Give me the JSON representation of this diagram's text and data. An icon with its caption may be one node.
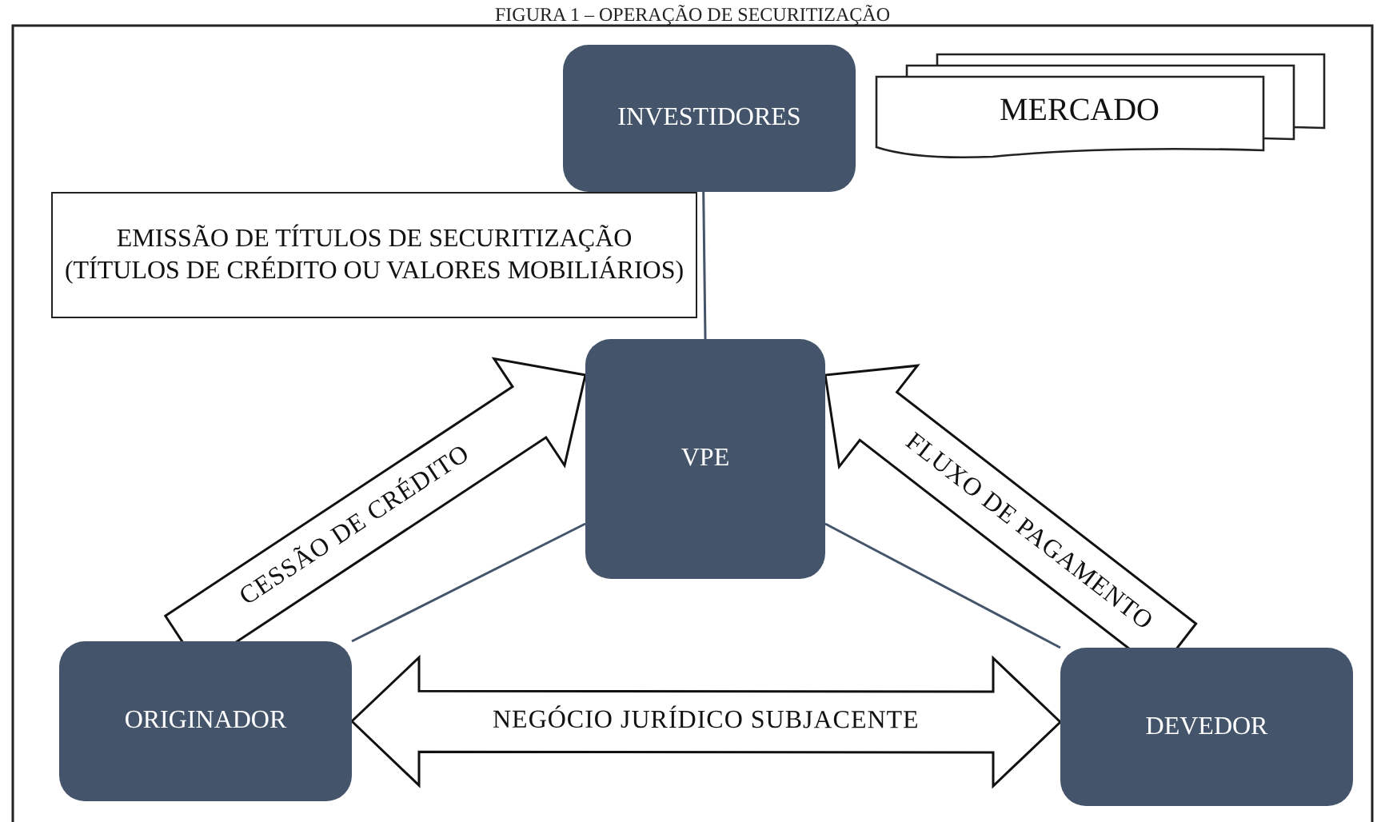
{
  "diagram": {
    "title": "FIGURA 1 – OPERAÇÃO DE SECURITIZAÇÃO",
    "nodes": [
      {
        "text": [
          "INVESTIDORES"
        ]
      },
      {
        "text": [
          "MERCADO"
        ]
      },
      {
        "text": [
          "EMISSÃO DE TÍTULOS DE SECURITIZAÇÃO (TÍTULOS DE CRÉDITO OU VALORES MOBILIÁRIOS)"
        ]
      },
      {
        "text": [
          "VPE"
        ]
      },
      {
        "text": [
          "ORIGINADOR"
        ]
      },
      {
        "text": [
          "DEVEDOR"
        ]
      }
    ],
    "edges": [
      {
        "from": 0,
        "to": 3,
        "arrow": "none"
      },
      {
        "from": 3,
        "to": 4,
        "arrow": "none"
      },
      {
        "from": 3,
        "to": 5,
        "arrow": "none"
      },
      {
        "from": 4,
        "to": 3,
        "arrow": "to",
        "label": "CESSÃO DE CRÉDITO",
        "style": "thick"
      },
      {
        "from": 5,
        "to": 3,
        "arrow": "to",
        "label": "FLUXO DE PAGAMENTO",
        "style": "thick"
      },
      {
        "from": 4,
        "to": 5,
        "arrow": "both",
        "label": "NEGÓCIO JURÍDICO SUBJACENTE",
        "style": "thick"
      }
    ]
  }
}
